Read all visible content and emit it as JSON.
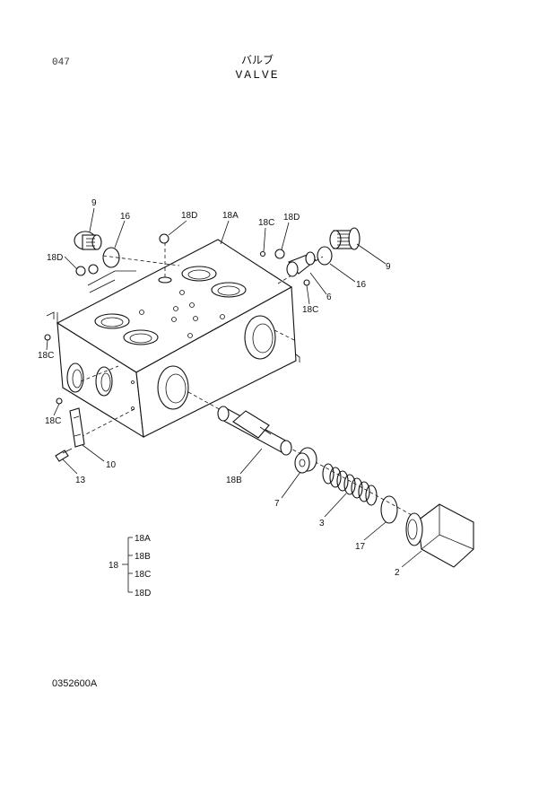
{
  "header": {
    "page_number": "047",
    "title_jp": "バルブ",
    "title_en": "VALVE"
  },
  "footer": {
    "drawing_code": "0352600A"
  },
  "callouts": {
    "c9_left": "9",
    "c16_left": "16",
    "c18D_top": "18D",
    "c18A": "18A",
    "c18C_top": "18C",
    "c18D_top_right": "18D",
    "c9_right": "9",
    "c16_right": "16",
    "c6": "6",
    "c18C_right": "18C",
    "c18D_left": "18D",
    "c18C_left_upper": "18C",
    "c18C_left_lower": "18C",
    "c10": "10",
    "c13": "13",
    "c18B": "18B",
    "c7": "7",
    "c3": "3",
    "c17": "17",
    "c2": "2"
  },
  "legend": {
    "parent": "18",
    "items": [
      "18A",
      "18B",
      "18C",
      "18D"
    ]
  }
}
